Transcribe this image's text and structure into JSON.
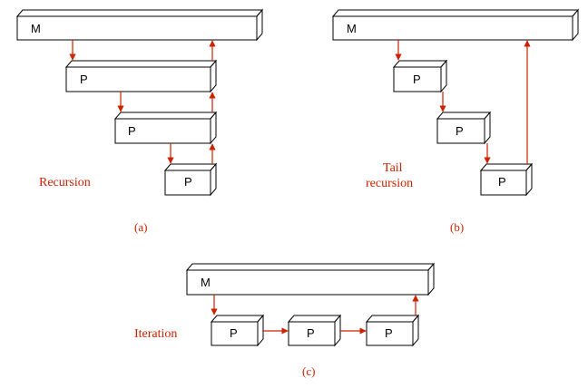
{
  "colors": {
    "arrow": "#cc2200",
    "text_red": "#cc2200",
    "caption": "#cc2200",
    "box_stroke": "#000000"
  },
  "panel_a": {
    "label": "Recursion",
    "caption": "(a)",
    "boxes": [
      "M",
      "P",
      "P",
      "P"
    ]
  },
  "panel_b": {
    "label_line1": "Tail",
    "label_line2": "recursion",
    "caption": "(b)",
    "boxes": [
      "M",
      "P",
      "P",
      "P"
    ]
  },
  "panel_c": {
    "label": "Iteration",
    "caption": "(c)",
    "boxes": [
      "M",
      "P",
      "P",
      "P"
    ]
  }
}
